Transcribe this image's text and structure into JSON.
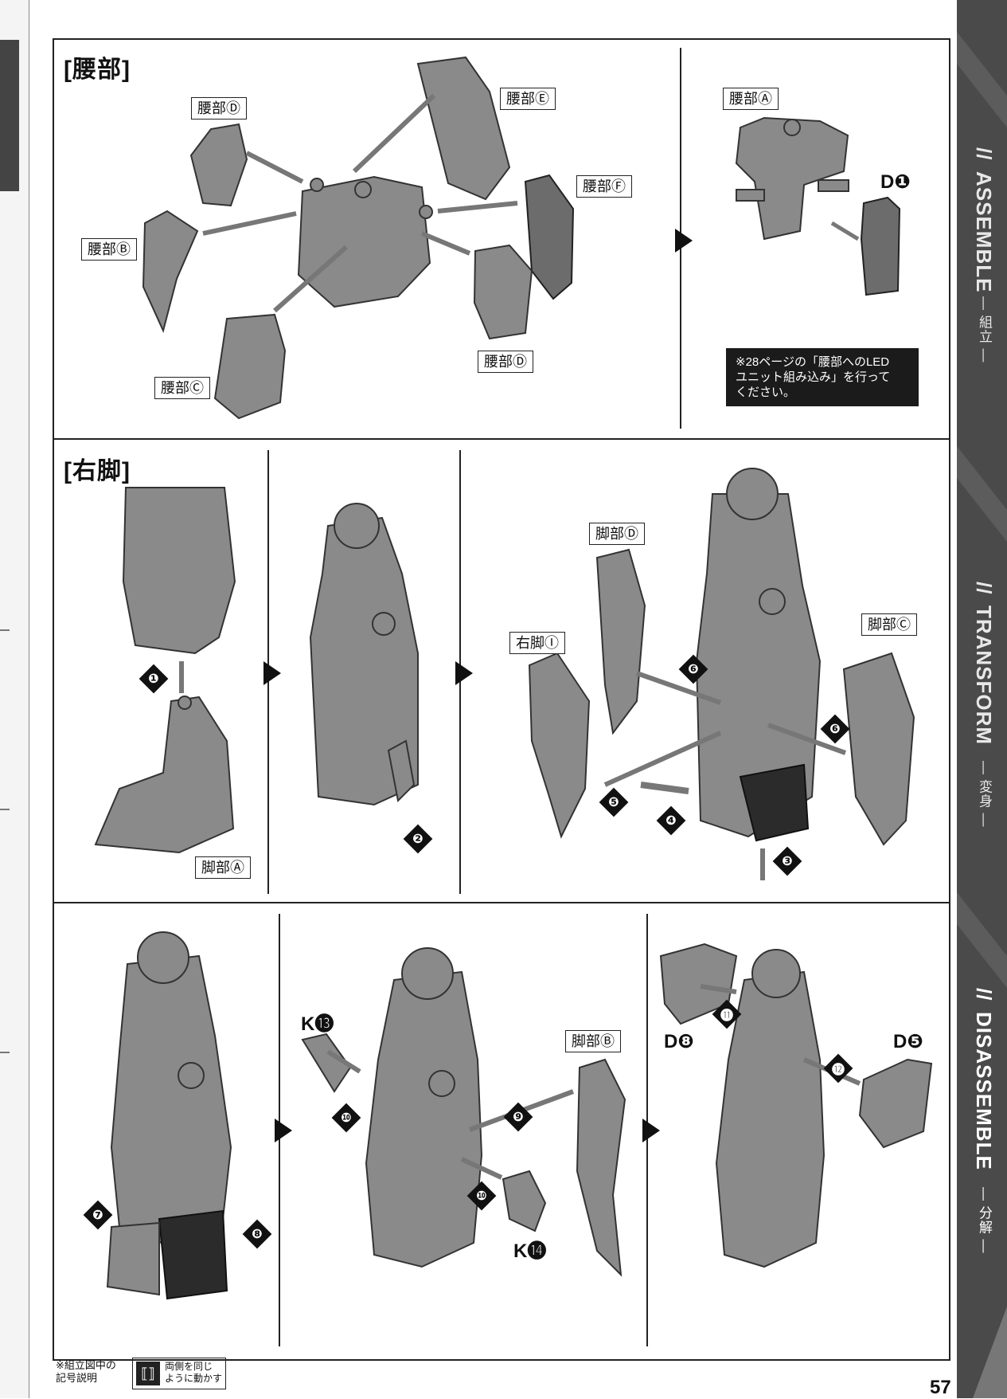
{
  "sections": {
    "waist": {
      "title": "[腰部]",
      "labels": [
        "腰部Ⓓ",
        "腰部Ⓔ",
        "腰部Ⓕ",
        "腰部Ⓑ",
        "腰部Ⓒ",
        "腰部Ⓓ",
        "腰部Ⓐ"
      ],
      "code": "D❶",
      "note": "※28ページの「腰部へのLED\nユニット組み込み」を行って\nください。"
    },
    "right_leg": {
      "title": "[右脚]",
      "labels": [
        "脚部Ⓐ",
        "脚部Ⓓ",
        "右脚Ⓘ",
        "脚部Ⓒ"
      ],
      "steps": [
        "❶",
        "❷",
        "❸",
        "❹",
        "❺",
        "❻",
        "❻"
      ]
    },
    "bottom": {
      "labels": [
        "脚部Ⓑ"
      ],
      "codes": [
        "K⓭",
        "K⓮",
        "D❽",
        "D❺"
      ],
      "steps": [
        "❼",
        "❽",
        "❾",
        "❿",
        "❿",
        "⓫",
        "⓬"
      ]
    }
  },
  "sidebar": {
    "assemble": "ASSEMBLE",
    "assemble_jp": "— 組立 —",
    "transform": "TRANSFORM",
    "transform_jp": "— 変身 —",
    "disassemble": "DISASSEMBLE",
    "disassemble_jp": "— 分解 —",
    "marker": "//"
  },
  "footer": {
    "legend_title": "※組立図中の\n記号説明",
    "legend_text": "両側を同じ\nように動かす",
    "page_number": "57"
  },
  "colors": {
    "frame": "#222222",
    "sidebar": "#4a4a4a",
    "part": "#8a8a8a",
    "note_bg": "#1b1b1b"
  }
}
